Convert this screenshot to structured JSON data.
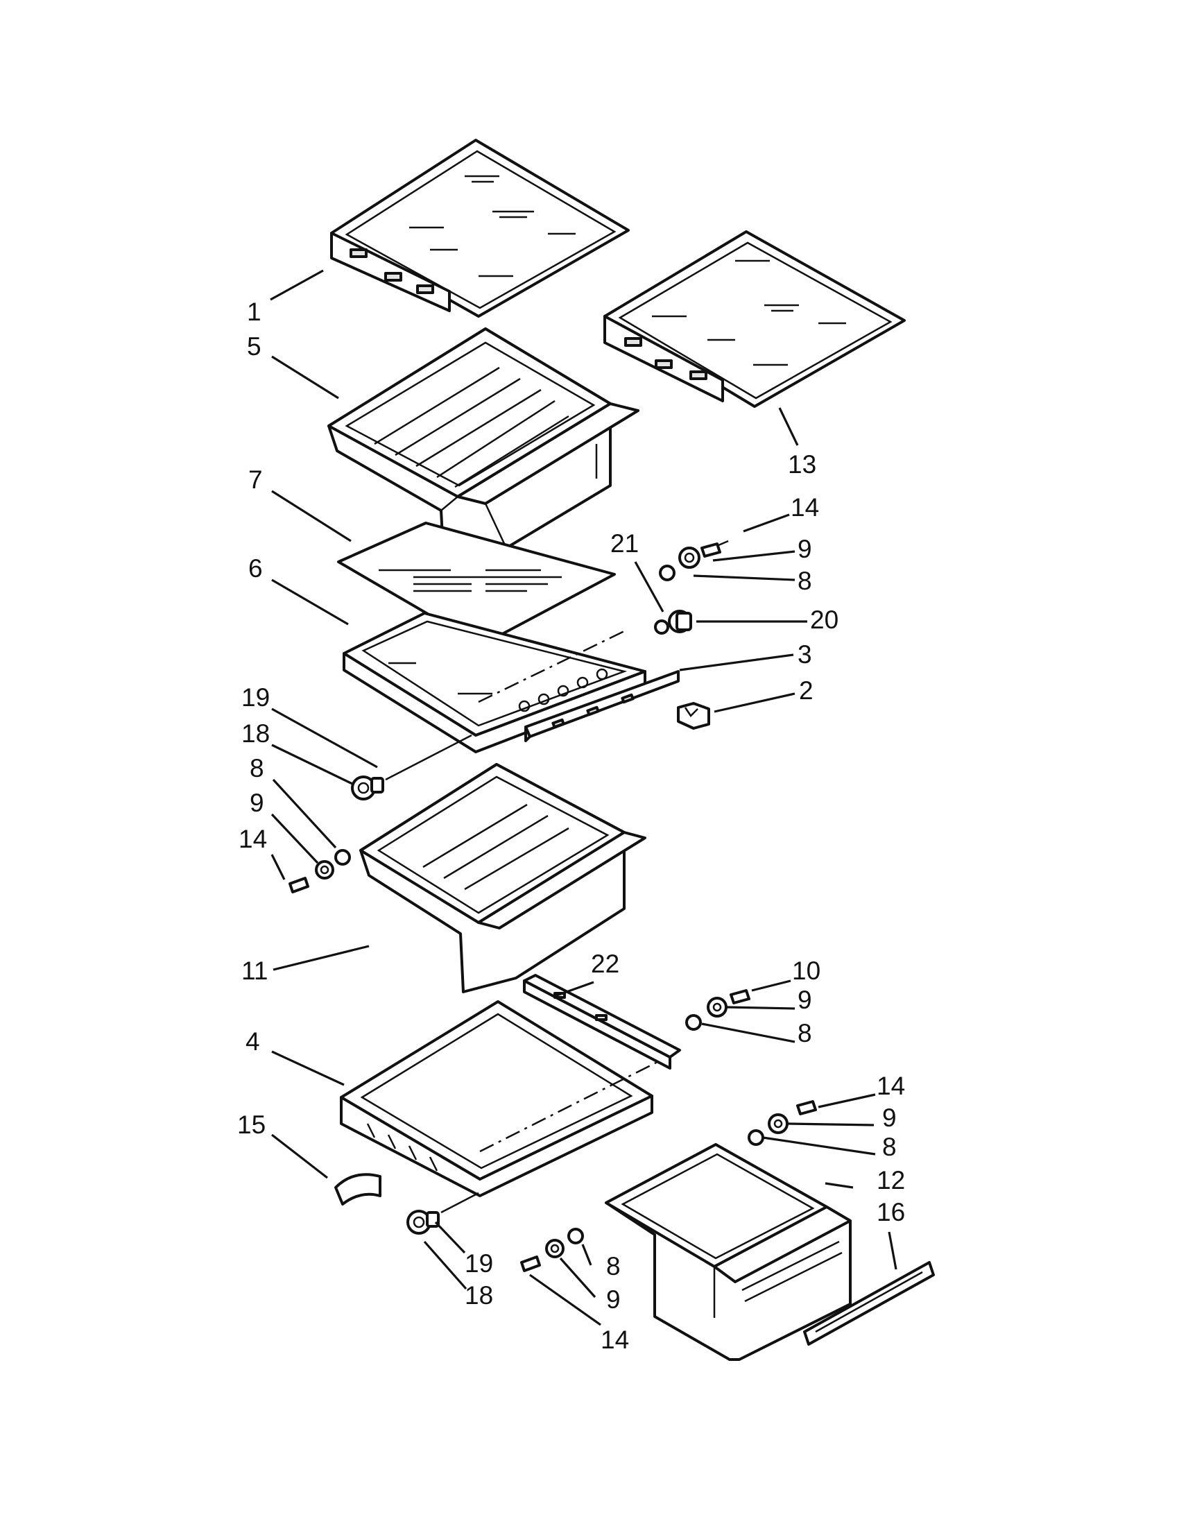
{
  "diagram": {
    "type": "exploded-parts-diagram",
    "callouts": [
      {
        "id": "c1",
        "text": "1"
      },
      {
        "id": "c5",
        "text": "5"
      },
      {
        "id": "c13",
        "text": "13"
      },
      {
        "id": "c14a",
        "text": "14"
      },
      {
        "id": "c7",
        "text": "7"
      },
      {
        "id": "c21",
        "text": "21"
      },
      {
        "id": "c9a",
        "text": "9"
      },
      {
        "id": "c8a",
        "text": "8"
      },
      {
        "id": "c6",
        "text": "6"
      },
      {
        "id": "c20",
        "text": "20"
      },
      {
        "id": "c3",
        "text": "3"
      },
      {
        "id": "c2",
        "text": "2"
      },
      {
        "id": "c19a",
        "text": "19"
      },
      {
        "id": "c18a",
        "text": "18"
      },
      {
        "id": "c8b",
        "text": "8"
      },
      {
        "id": "c9b",
        "text": "9"
      },
      {
        "id": "c14b",
        "text": "14"
      },
      {
        "id": "c11",
        "text": "11"
      },
      {
        "id": "c22",
        "text": "22"
      },
      {
        "id": "c10",
        "text": "10"
      },
      {
        "id": "c9c",
        "text": "9"
      },
      {
        "id": "c8c",
        "text": "8"
      },
      {
        "id": "c4",
        "text": "4"
      },
      {
        "id": "c14c",
        "text": "14"
      },
      {
        "id": "c15",
        "text": "15"
      },
      {
        "id": "c9d",
        "text": "9"
      },
      {
        "id": "c8d",
        "text": "8"
      },
      {
        "id": "c12",
        "text": "12"
      },
      {
        "id": "c16",
        "text": "16"
      },
      {
        "id": "c19b",
        "text": "19"
      },
      {
        "id": "c18b",
        "text": "18"
      },
      {
        "id": "c8e",
        "text": "8"
      },
      {
        "id": "c9e",
        "text": "9"
      },
      {
        "id": "c14d",
        "text": "14"
      }
    ],
    "line_color": "#111111",
    "background": "#ffffff"
  }
}
